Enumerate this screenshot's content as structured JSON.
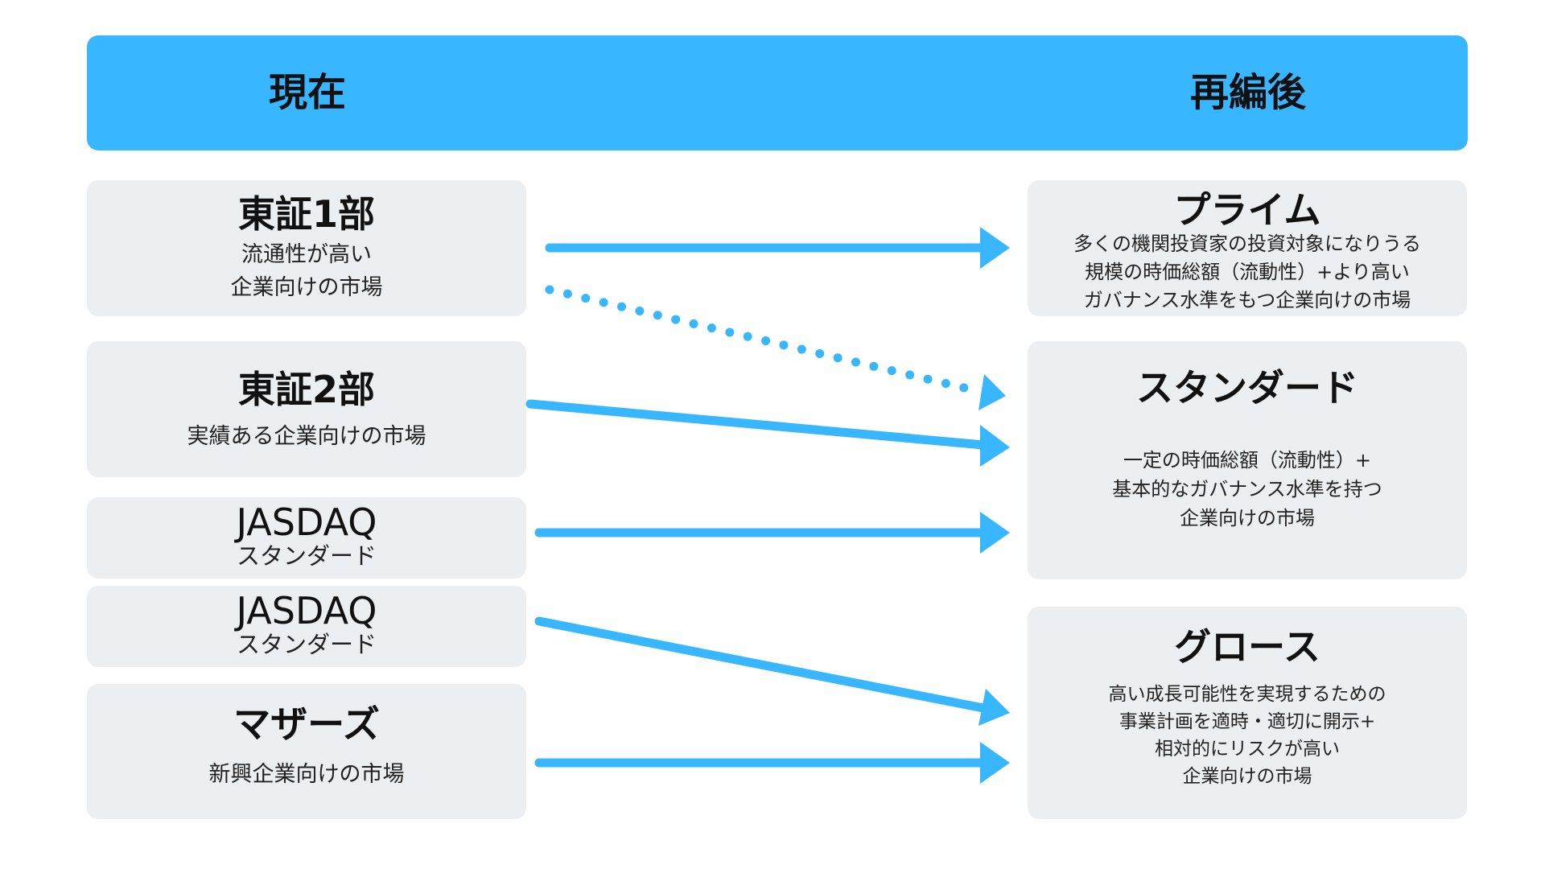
{
  "header": {
    "left_label": "現在",
    "right_label": "再編後"
  },
  "left_boxes": [
    {
      "title": "東証1部",
      "description": "流通性が高い\n企業向けの市場"
    },
    {
      "title": "東証2部",
      "description": "実績ある企業向けの市場"
    },
    {
      "title": "JASDAQ",
      "subtitle": "スタンダード"
    },
    {
      "title": "JASDAQ",
      "subtitle": "スタンダード"
    },
    {
      "title": "マザーズ",
      "description": "新興企業向けの市場"
    }
  ],
  "right_boxes": [
    {
      "title": "プライム",
      "description": "多くの機関投資家の投資対象になりうる\n規模の時価総額（流動性）+より高い\nガバナンス水準をもつ企業向けの市場"
    },
    {
      "title": "スタンダード",
      "description": "一定の時価総額（流動性）+\n基本的なガバナンス水準を持つ\n企業向けの市場"
    },
    {
      "title": "グロース",
      "description": "高い成長可能性を実現するための\n事業計画を適時・適切に開示+\n相対的にリスクが高い\n企業向けの市場"
    }
  ],
  "colors": {
    "accent": "#38b6ff",
    "box_bg": "#eceff2",
    "text": "#111111"
  }
}
